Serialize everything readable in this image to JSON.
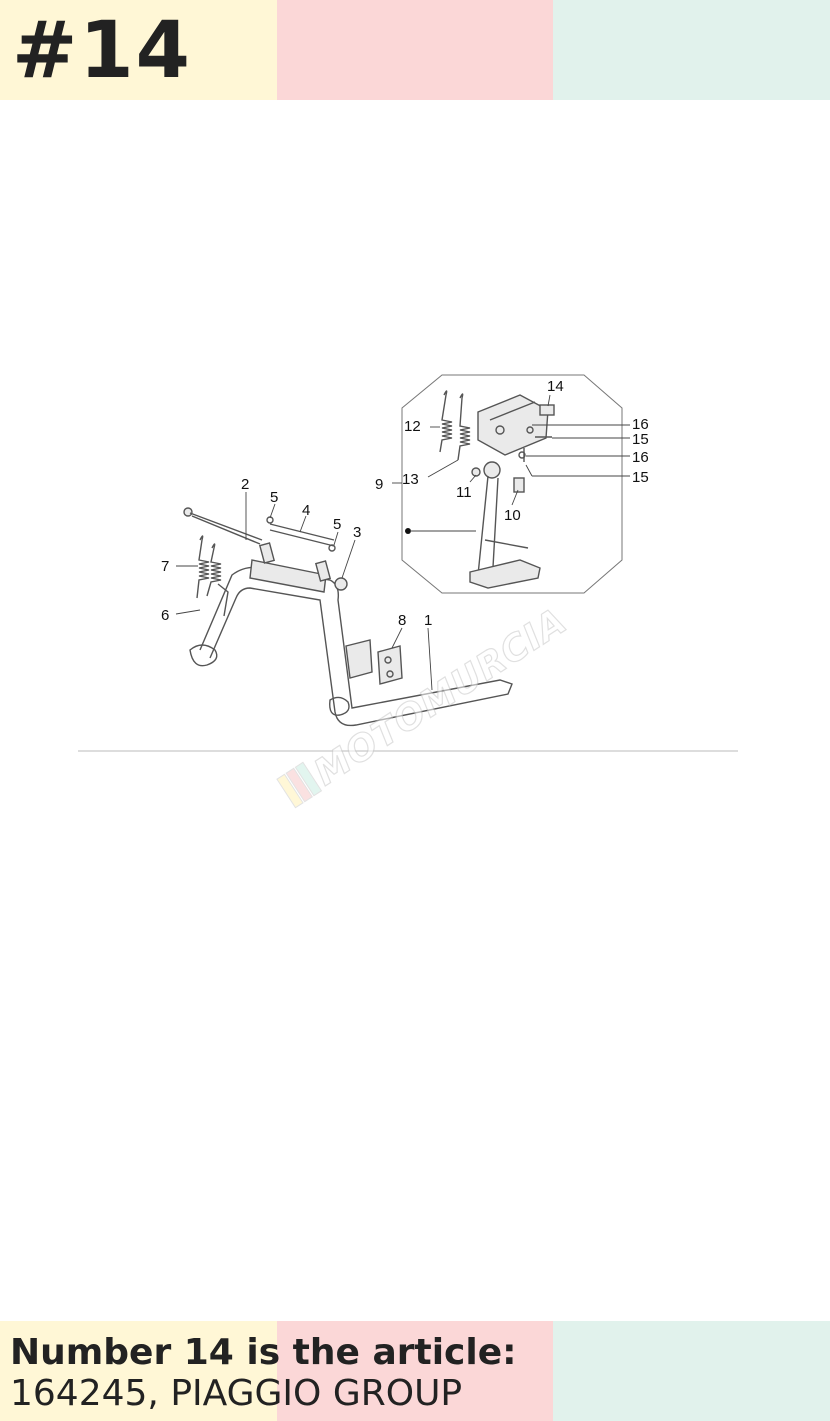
{
  "header": {
    "number": "#14"
  },
  "footer": {
    "line1": "Number 14 is the article:",
    "line2": "164245, PIAGGIO GROUP"
  },
  "colors": {
    "yellow": "#fff7d6",
    "pink": "#fbd7d7",
    "mint": "#e1f2ec"
  },
  "diagram": {
    "callouts": [
      "1",
      "2",
      "3",
      "4",
      "5",
      "5",
      "6",
      "7",
      "8",
      "9",
      "10",
      "11",
      "12",
      "13",
      "14",
      "15",
      "15",
      "16",
      "16"
    ],
    "watermark": "MOTOMURCIA"
  }
}
